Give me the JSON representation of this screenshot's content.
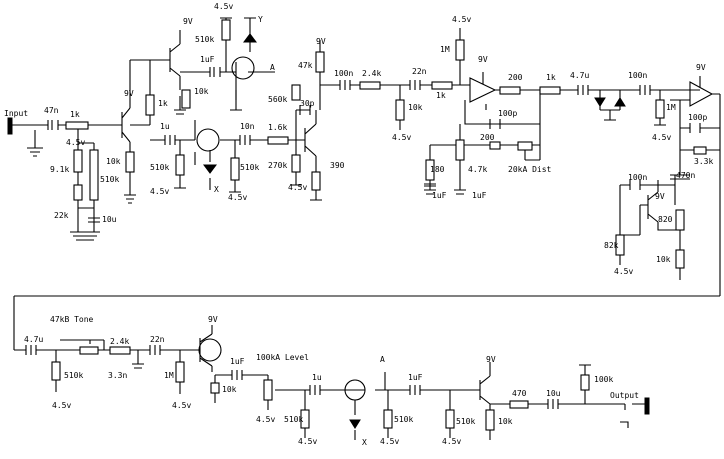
{
  "labels": {
    "input": "Input",
    "output": "Output",
    "r47n": "47n",
    "r1k_a": "1k",
    "r45_a": "4.5v",
    "r91k": "9.1k",
    "r510k_a": "510k",
    "r22k": "22k",
    "c10u": "10u",
    "v9_a": "9V",
    "r1k_b": "1k",
    "r10k_a": "10k",
    "c1u_a": "1u",
    "r510k_b": "510k",
    "r45_b": "4.5v",
    "x_a": "X",
    "r10n_a": "10n",
    "r510k_c": "510k",
    "r45_c": "4.5v",
    "v9_top": "9V",
    "r510k_top": "510k",
    "c1uf_top": "1uF",
    "r10k_top": "10k",
    "v45_top": "4.5v",
    "y_top": "Y",
    "a_top": "A",
    "r10k_b": "1.6k",
    "v9_b": "9V",
    "r47k": "47k",
    "r560k": "560k",
    "c30p": "30p",
    "r270k": "270k",
    "r45_d": "4.5v",
    "r390": "390",
    "c100n_a": "100n",
    "r24k": "2.4k",
    "r10k_c": "10k",
    "r45_e": "4.5v",
    "v45_f": "4.5v",
    "r1m_a": "1M",
    "c22n": "22n",
    "r1k_c": "1k",
    "v9_c": "9V",
    "r200_a": "200",
    "r1k_d": "1k",
    "c100p_a": "100p",
    "r200_b": "200",
    "dist": "20kA Dist",
    "r180": "180",
    "c1uf_b": "1uF",
    "r47k_b": "4.7k",
    "c1uf_c": "1uF",
    "c47u_a": "4.7u",
    "c100n_b": "100n",
    "r1m_b": "1M",
    "r45_g": "4.5v",
    "v9_d": "9V",
    "c100p_b": "100p",
    "r33k": "3.3k",
    "c470n": "470n",
    "c100n_c": "100n",
    "v9_e": "9V",
    "r820": "820",
    "r82k": "82k",
    "r45_h": "4.5v",
    "r10k_d": "10k",
    "c47u_b": "4.7u",
    "tone": "47kB Tone",
    "r2_4k": "2.4k",
    "c22n_b": "22n",
    "r510k_d": "510k",
    "r45_i": "4.5v",
    "c3_3n": "3.3n",
    "r1m_c": "1M",
    "r45_j": "4.5v",
    "v9_f": "9V",
    "c1uf_d": "1uF",
    "r10k_e": "10k",
    "level": "100kA Level",
    "r45_k": "4.5v",
    "c1u_b": "1u",
    "r510k_e": "510k",
    "r45_l": "4.5v",
    "x_b": "X",
    "a_b": "A",
    "c1uf_e": "1uF",
    "r510k_f": "510k",
    "r45_m": "4.5v",
    "r510k_g": "510k",
    "r45_n": "4.5v",
    "v9_g": "9V",
    "r470": "470",
    "c10u_b": "10u",
    "r10k_f": "10k",
    "r100k": "100k"
  }
}
